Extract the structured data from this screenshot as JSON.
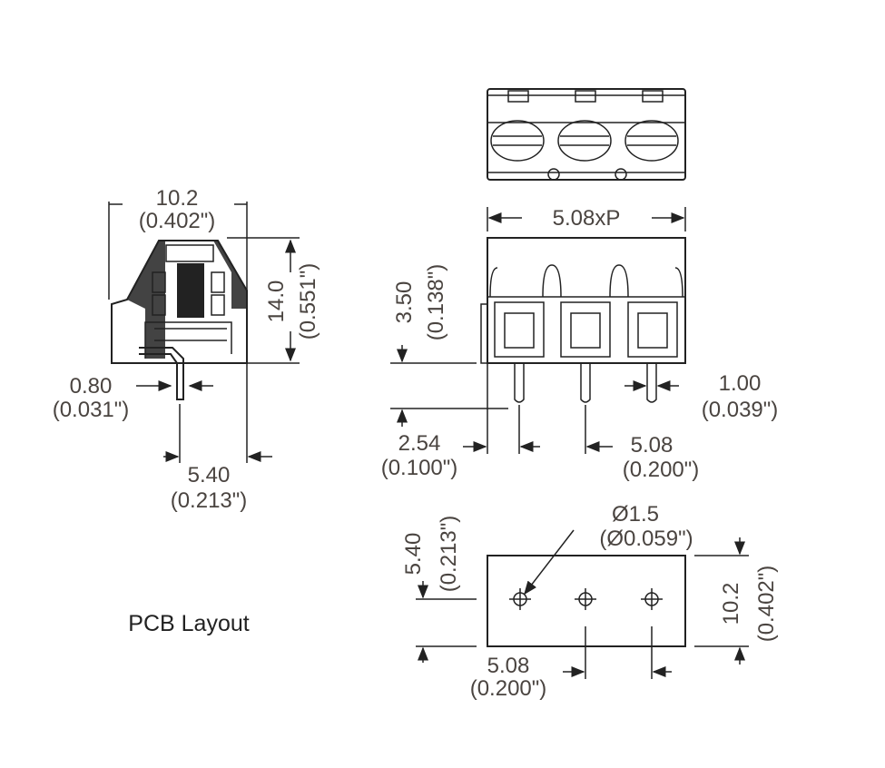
{
  "side_view": {
    "width_mm": "10.2",
    "width_in": "(0.402\")",
    "height_mm": "14.0",
    "height_in": "(0.551\")",
    "pin_mm": "0.80",
    "pin_in": "(0.031\")",
    "pin_offset_mm": "5.40",
    "pin_offset_in": "(0.213\")"
  },
  "front_view": {
    "length": "5.08xP",
    "pin_len_mm": "3.50",
    "pin_len_in": "(0.138\")",
    "pin_w_mm": "1.00",
    "pin_w_in": "(0.039\")",
    "offset_mm": "2.54",
    "offset_in": "(0.100\")",
    "pitch_mm": "5.08",
    "pitch_in": "(0.200\")"
  },
  "pcb": {
    "title": "PCB Layout",
    "hole_mm": "Ø1.5",
    "hole_in": "(Ø0.059\")",
    "row_mm": "5.40",
    "row_in": "(0.213\")",
    "width_mm": "10.2",
    "width_in": "(0.402\")",
    "pitch_mm": "5.08",
    "pitch_in": "(0.200\")"
  }
}
